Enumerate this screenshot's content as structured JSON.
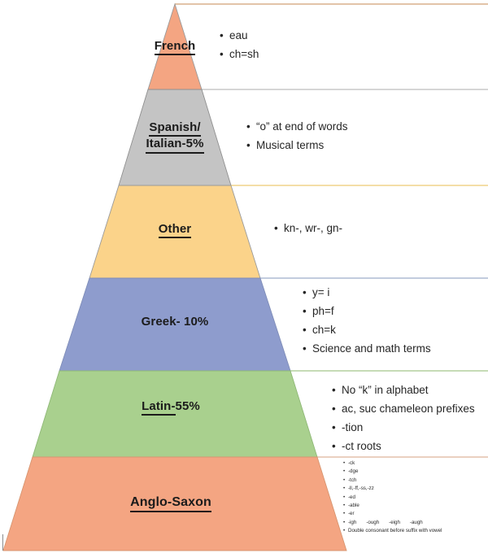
{
  "diagram": {
    "type": "pyramid",
    "title": "English Word Origins Pyramid",
    "tiers": [
      {
        "id": "french",
        "label": "French",
        "label_underlined": true,
        "percent": null,
        "color": "#f4a582",
        "divider_color": "#d9b08c",
        "notes": [
          "eau",
          "ch=sh"
        ]
      },
      {
        "id": "spanish-italian",
        "label_line1": "Spanish/",
        "label_line2": "Italian-5%",
        "percent": "5%",
        "color": "#c4c4c4",
        "divider_color": "#c8c8c8",
        "notes": [
          "“o” at end of words",
          "Musical terms"
        ]
      },
      {
        "id": "other",
        "label": "Other",
        "label_underlined": true,
        "percent": null,
        "color": "#fbd38a",
        "divider_color": "#f0d48a",
        "notes": [
          "kn-, wr-, gn-"
        ]
      },
      {
        "id": "greek",
        "label": "Greek- 10%",
        "label_underlined": false,
        "percent": "10%",
        "color": "#8e9ccd",
        "divider_color": "#aebcd4",
        "notes": [
          "y= i",
          "ph=f",
          "ch=k",
          "Science and math terms"
        ]
      },
      {
        "id": "latin",
        "label_underlined_part": "Latin- ",
        "label_plain_part": "55%",
        "percent": "55%",
        "color": "#a9d08e",
        "divider_color": "#b4cf9e",
        "notes": [
          "No “k” in alphabet",
          "ac, suc chameleon prefixes",
          "-tion",
          "-ct roots"
        ]
      },
      {
        "id": "anglo-saxon",
        "label": "Anglo-Saxon",
        "label_underlined": true,
        "percent": null,
        "color": "#f4a582",
        "divider_color": "#e3c0ab",
        "notes": [
          "-ck",
          "-dge",
          "-tch",
          "-ll,-ff,-ss,-zz",
          "-ed",
          "-able",
          "-er",
          "-igh    -ough    -eigh    -augh",
          "Double consonant before suffix with vowel"
        ]
      }
    ]
  },
  "anglo_saxon_bullets": {
    "b1": "-ck",
    "b2": "-dge",
    "b3": "-tch",
    "b4": "-ll,-ff,-ss,-zz",
    "b5": "-ed",
    "b6": "-able",
    "b7": "-er",
    "b8a": "-igh",
    "b8b": "-ough",
    "b8c": "-eigh",
    "b8d": "-augh",
    "b9": "Double consonant before suffix with vowel"
  },
  "labels": {
    "french": "French",
    "spanish_line1": "Spanish/",
    "spanish_line2": "Italian-5%",
    "other": "Other",
    "greek": "Greek- 10%",
    "latin_underlined": "Latin- ",
    "latin_plain": "55%",
    "anglo_saxon": "Anglo-Saxon"
  },
  "notes": {
    "french": [
      "eau",
      "ch=sh"
    ],
    "spanish": [
      "“o” at end of words",
      "Musical terms"
    ],
    "other": [
      "kn-, wr-, gn-"
    ],
    "greek": [
      "y= i",
      "ph=f",
      "ch=k",
      "Science and math terms"
    ],
    "latin": [
      "No “k” in alphabet",
      "ac, suc chameleon prefixes",
      "-tion",
      "-ct roots"
    ]
  },
  "colors": {
    "french": "#f4a582",
    "spanish_italian": "#c4c4c4",
    "other": "#fbd38a",
    "greek": "#8e9ccd",
    "latin": "#a9d08e",
    "anglo_saxon": "#f4a582",
    "outline": "#7f7f7f",
    "text": "#1b1b1b"
  }
}
